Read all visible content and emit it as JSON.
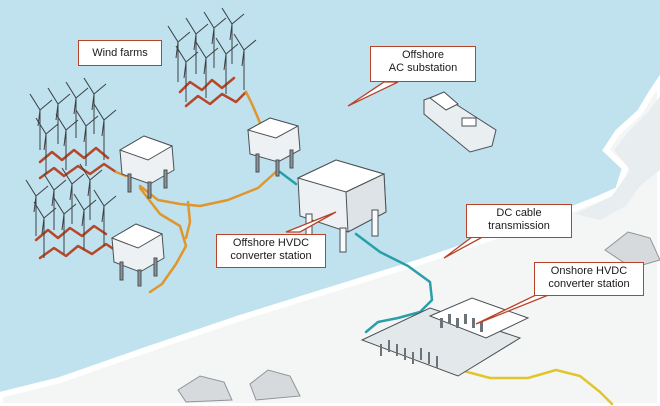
{
  "labels": {
    "wind_farms": "Wind farms",
    "offshore_ac": [
      "Offshore",
      "AC substation"
    ],
    "offshore_hvdc": [
      "Offshore HVDC",
      "converter station"
    ],
    "dc_cable": [
      "DC cable",
      "transmission"
    ],
    "onshore_hvdc": [
      "Onshore HVDC",
      "converter station"
    ]
  },
  "colors": {
    "sea": "#bfe2ee",
    "land": "#f4f6f6",
    "coastline": "#ffffff",
    "array_cable_red": "#b5472a",
    "array_cable_orange": "#e0962e",
    "dc_cable_teal": "#2a9fa8",
    "onshore_cable_yellow": "#e2c52c",
    "callout_border": "#b8432a"
  }
}
